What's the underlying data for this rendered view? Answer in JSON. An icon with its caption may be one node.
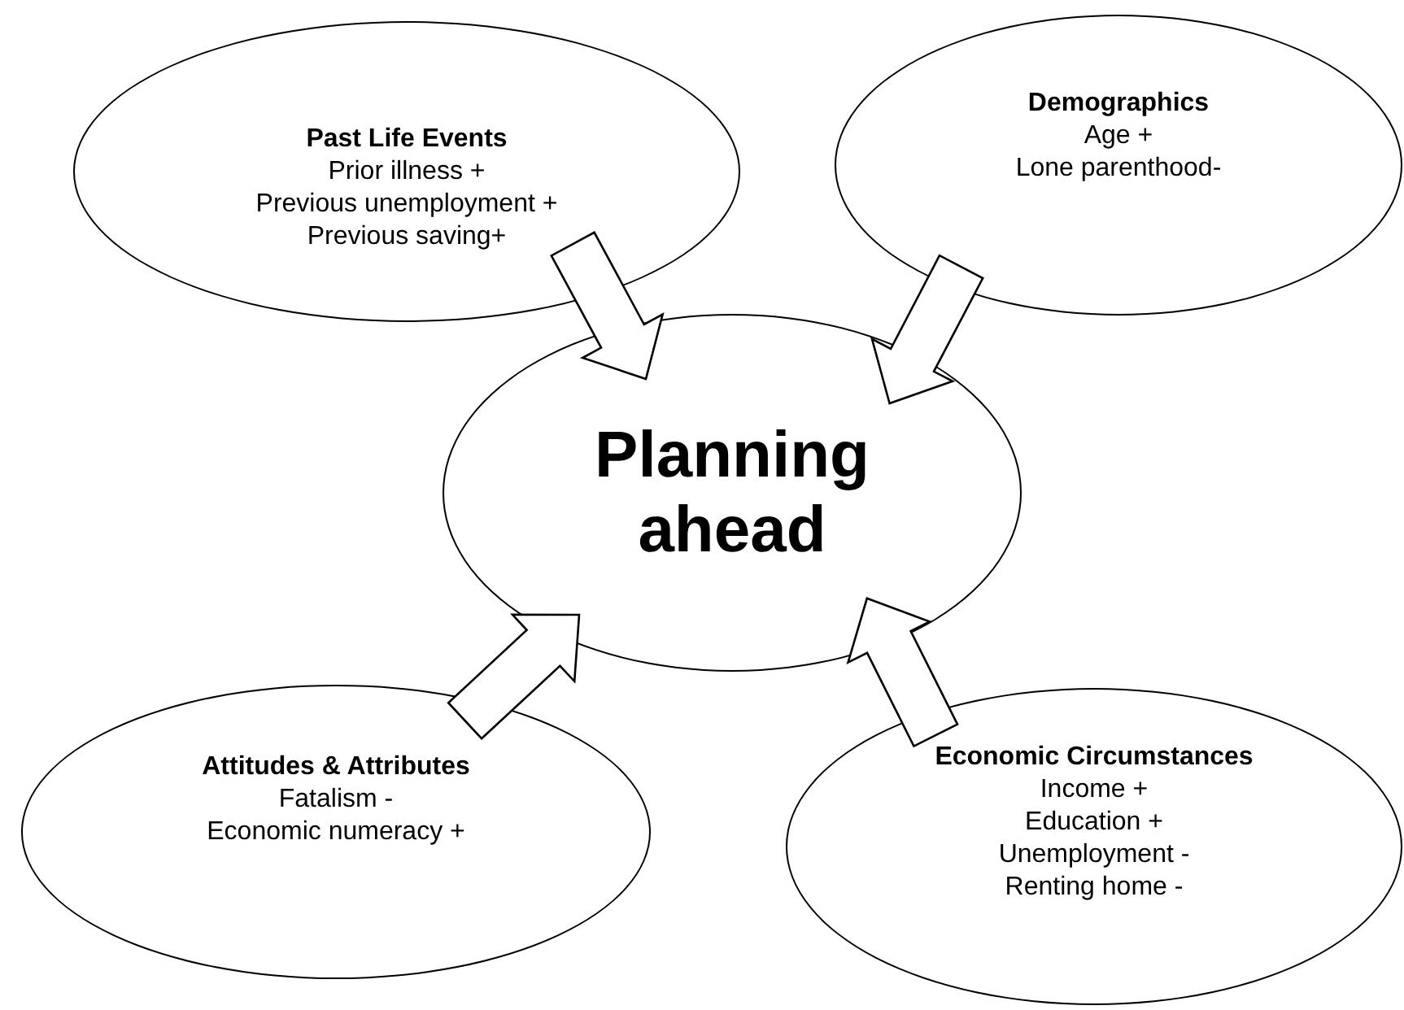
{
  "diagram": {
    "nodes": [
      {
        "text": [
          "Past Life Events",
          "Prior illness +",
          "Previous unemployment +",
          "Previous saving+"
        ]
      },
      {
        "text": [
          "Demographics",
          "Age +",
          "Lone parenthood-"
        ]
      },
      {
        "text": [
          "Planning ahead"
        ]
      },
      {
        "text": [
          "Attitudes & Attributes",
          "Fatalism -",
          "Economic numeracy +"
        ]
      },
      {
        "text": [
          "Economic Circumstances",
          "Income +",
          "Education +",
          "Unemployment -",
          "Renting home -"
        ]
      }
    ],
    "edges": [
      {
        "from": 0,
        "to": 2,
        "arrow": "to"
      },
      {
        "from": 1,
        "to": 2,
        "arrow": "to"
      },
      {
        "from": 3,
        "to": 2,
        "arrow": "to"
      },
      {
        "from": 4,
        "to": 2,
        "arrow": "to"
      }
    ]
  }
}
